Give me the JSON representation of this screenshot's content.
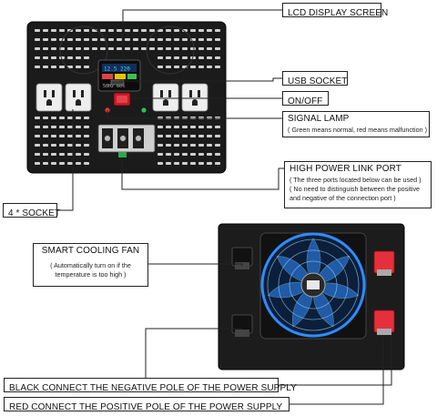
{
  "labels": {
    "lcd": "LCD DISPLAY SCREEN",
    "usb": "USB SOCKET",
    "onoff": "ON/OFF",
    "signal_title": "SIGNAL LAMP",
    "signal_desc": "( Green means normal, red means malfunction )",
    "link_title": "HIGH POWER LINK PORT",
    "link_desc1": "( The three ports located below can be used )",
    "link_desc2": "( No need to distinguish between the positive",
    "link_desc3": "and negative of the connection port )",
    "socket": "4 * SOCKET",
    "fan_title": "SMART COOLING FAN",
    "fan_desc1": "( Automatically turn on if the",
    "fan_desc2": "temperature is too high )",
    "black": "BLACK CONNECT THE NEGATIVE POLE OF THE POWER SUPPLY",
    "red": "RED CONNECT THE POSITIVE POLE OF THE POWER SUPPLY"
  },
  "colors": {
    "panel": "#1a1a1a",
    "vent": "#d9d9d9",
    "terminal_red": "#e5303c",
    "fan_blue": "#2f8cff",
    "lamp_green": "#22c55e"
  }
}
